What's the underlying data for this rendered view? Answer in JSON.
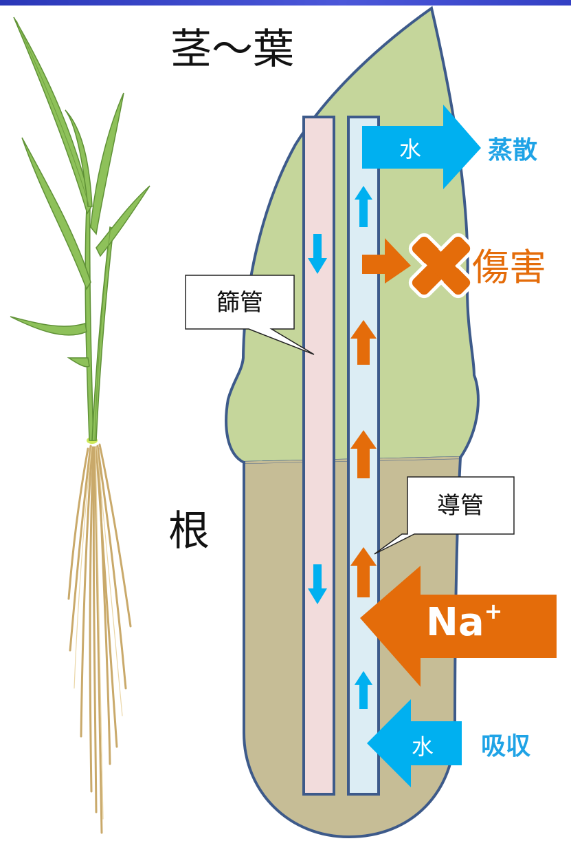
{
  "labels": {
    "stem_leaf": "茎〜葉",
    "root": "根",
    "phloem": "篩管",
    "xylem": "導管",
    "water_top": "水",
    "transpiration": "蒸散",
    "injury": "傷害",
    "sodium": "Na",
    "sodium_charge": "+",
    "water_bottom": "水",
    "absorption": "吸収"
  },
  "colors": {
    "leaf": "#c5d69b",
    "root": "#c6bd96",
    "outline": "#3d5a8a",
    "phloem": "#f2dcdc",
    "xylem": "#dcedf4",
    "water": "#00b0f0",
    "sodium": "#e46c0a",
    "topbar": "#3340c4"
  },
  "icons": {
    "plant": "rice-seedling-icon",
    "injury_mark": "cross-mark-icon"
  }
}
